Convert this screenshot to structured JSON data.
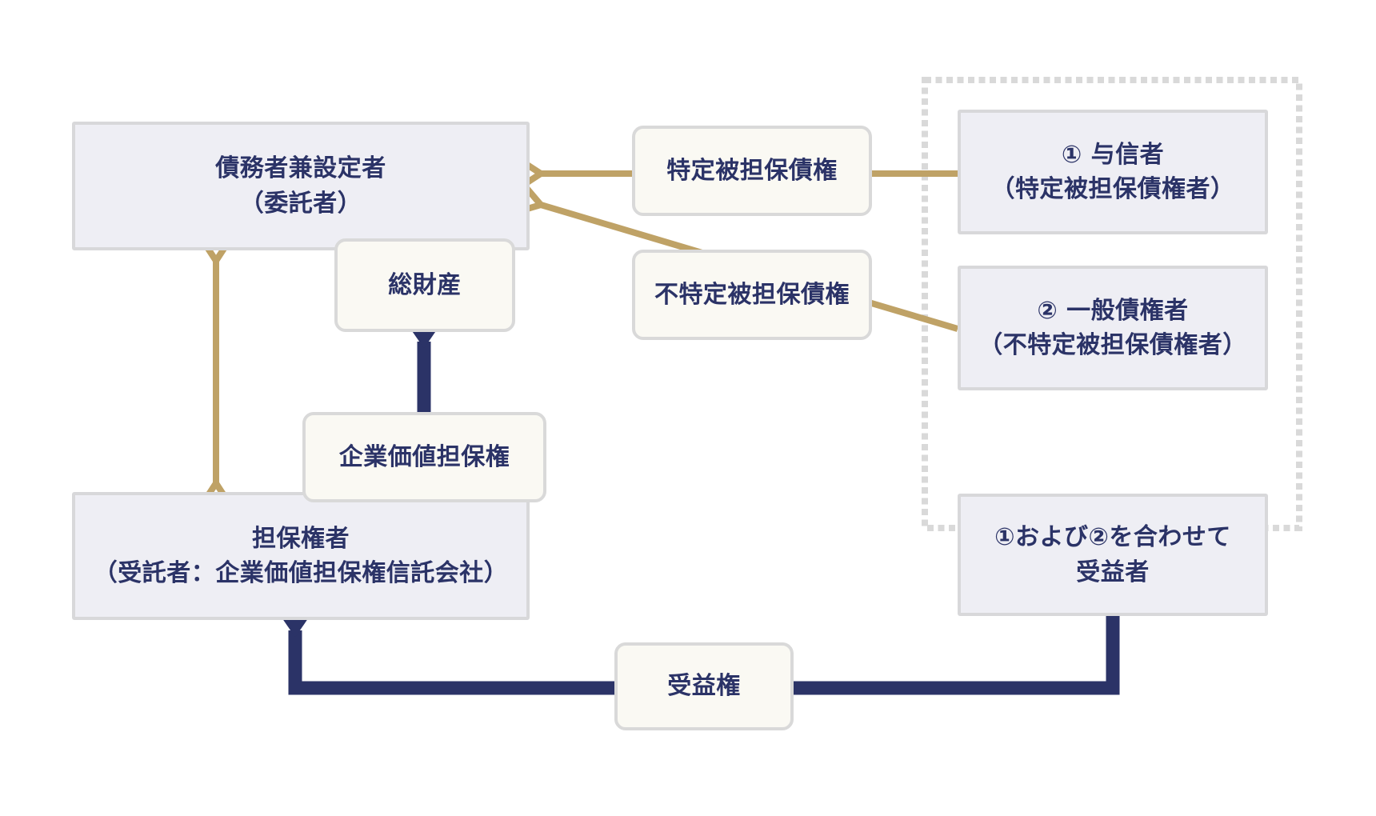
{
  "colors": {
    "navy": "#2b3367",
    "tan": "#bfa266",
    "box_fill_lavender": "#eeeef4",
    "box_fill_cream": "#faf9f3",
    "box_border": "#d8d8da",
    "dashed_border": "#d9d9d9",
    "background": "#ffffff"
  },
  "nodes": {
    "debtor": {
      "line1": "債務者兼設定者",
      "line2": "（委託者）"
    },
    "total_assets": {
      "label": "総財産"
    },
    "specified_claim": {
      "label": "特定被担保債権"
    },
    "unspecified_claim": {
      "label": "不特定被担保債権"
    },
    "creditor1": {
      "line1": "① 与信者",
      "line2": "（特定被担保債権者）"
    },
    "creditor2": {
      "line1": "② 一般債権者",
      "line2": "（不特定被担保債権者）"
    },
    "enterprise_security": {
      "label": "企業価値担保権"
    },
    "security_holder": {
      "line1": "担保権者",
      "line2": "（受託者：企業価値担保権信託会社）"
    },
    "beneficiary": {
      "line1": "①および②を合わせて",
      "line2": "受益者"
    },
    "beneficial_interest": {
      "label": "受益権"
    }
  }
}
